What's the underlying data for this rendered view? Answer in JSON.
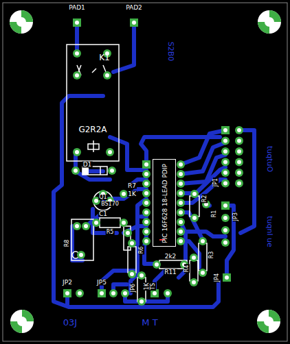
{
  "diagram": {
    "nodes": [
      {
        "text": [
          "K1",
          "G2R2A"
        ]
      },
      {
        "text": [
          "PIC 16F628 18-LEAD PDIP"
        ]
      }
    ],
    "labels": [
      "PAD1",
      "PAD2",
      "S2B0",
      "D1",
      "R7",
      "1K",
      "Q1",
      "BS170",
      "C1",
      "R5",
      "R8",
      "R6",
      "R2",
      "R1",
      "JP1",
      "JP3",
      "tuqtuO",
      "tuqnI ue",
      "R3",
      "R4",
      "2k2",
      "R11",
      "1K",
      "TS",
      "JP6",
      "JP4",
      "JP2",
      "JP5",
      "03J",
      "M T"
    ]
  }
}
